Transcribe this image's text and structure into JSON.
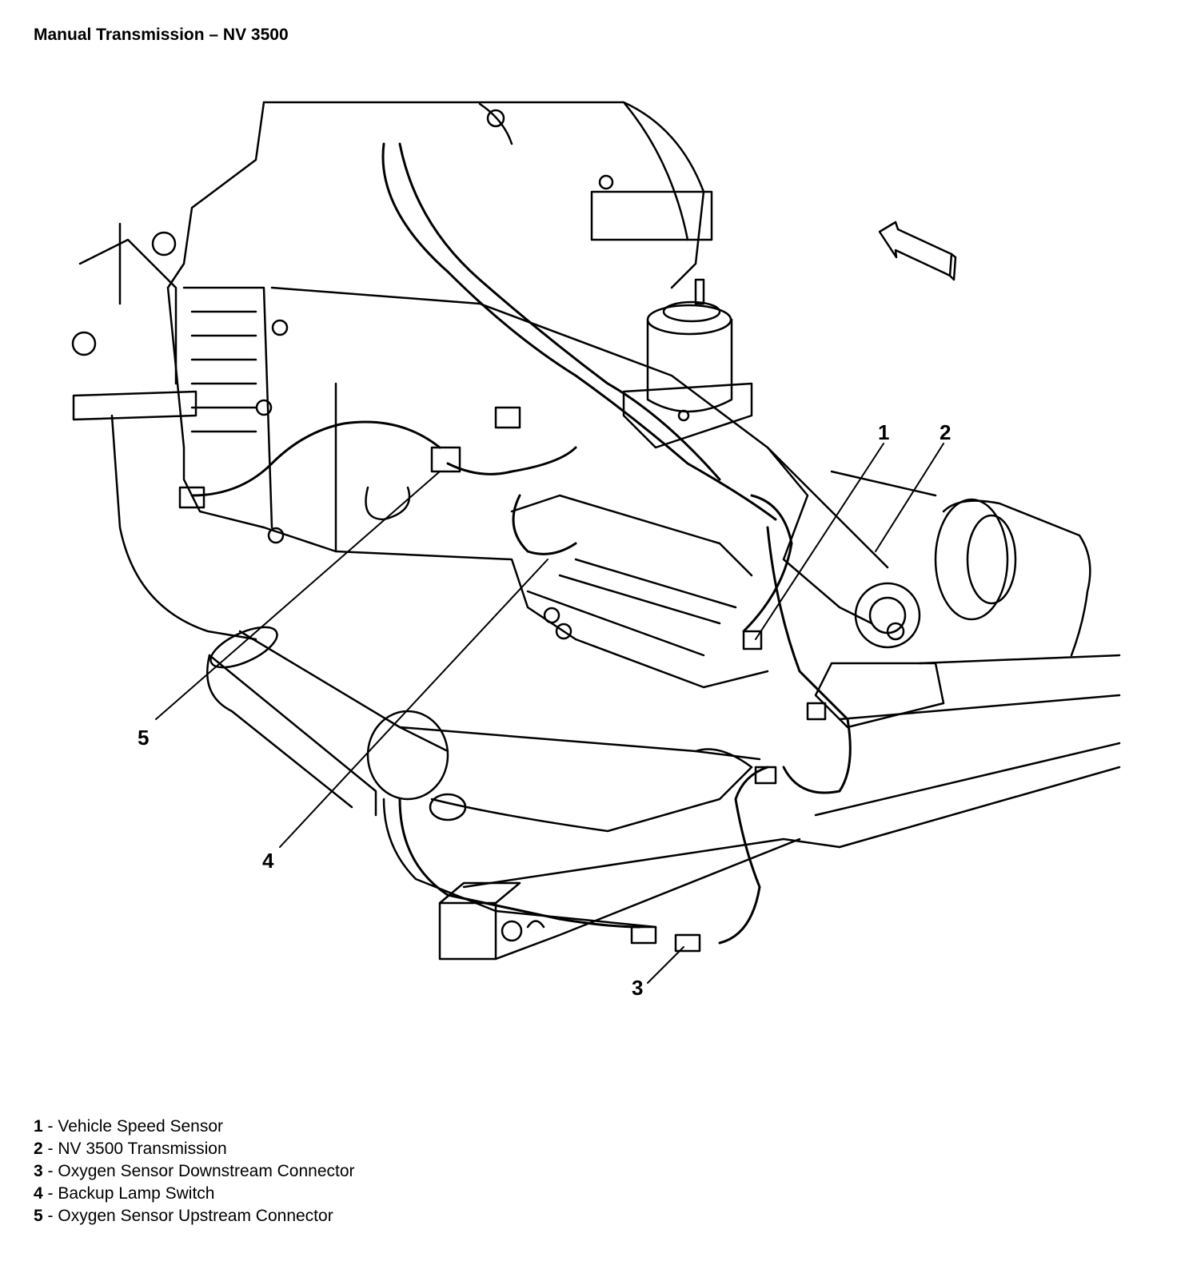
{
  "title": "Manual Transmission – NV 3500",
  "callouts": [
    "1",
    "2",
    "3",
    "4",
    "5"
  ],
  "legend": [
    {
      "num": "1",
      "label": "Vehicle Speed Sensor"
    },
    {
      "num": "2",
      "label": "NV 3500 Transmission"
    },
    {
      "num": "3",
      "label": "Oxygen Sensor Downstream Connector"
    },
    {
      "num": "4",
      "label": "Backup Lamp Switch"
    },
    {
      "num": "5",
      "label": "Oxygen Sensor Upstream Connector"
    }
  ],
  "colors": {
    "ink": "#000000",
    "paper": "#ffffff"
  },
  "icons": [
    "direction-arrow-icon"
  ]
}
